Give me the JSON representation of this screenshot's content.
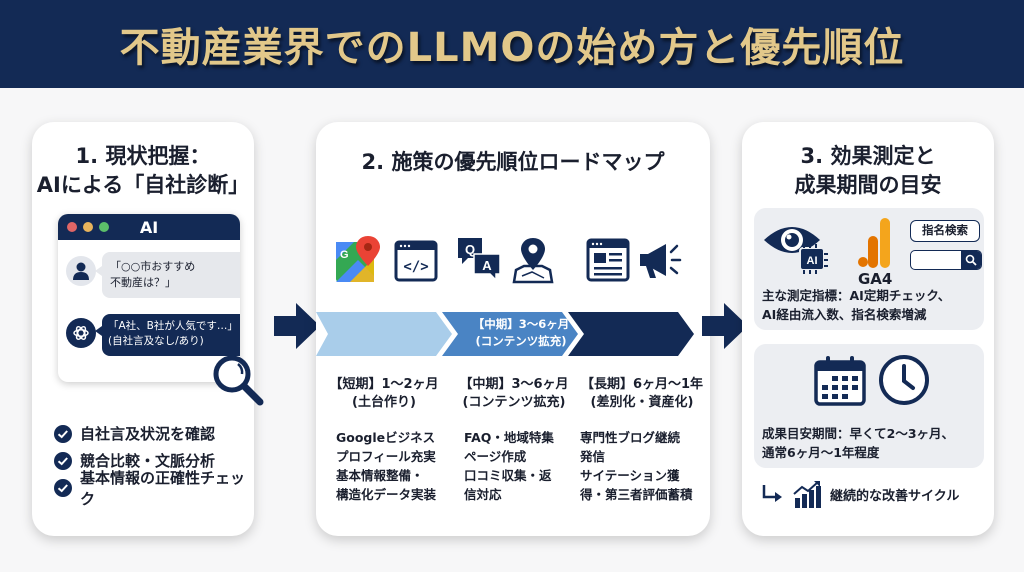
{
  "header": {
    "title": "不動産業界でのLLMOの始め方と優先順位"
  },
  "colors": {
    "navy": "#132a55",
    "gold": "#e2c88a",
    "light_blue": "#a9cdea",
    "mid_blue": "#4a84c4",
    "panel_gray": "#eceef2"
  },
  "step1": {
    "title_line1": "1. 現状把握：",
    "title_line2": "AIによる「自社診断」",
    "window": {
      "title": "AI",
      "user_message": "「○○市おすすめ\n不動産は？」",
      "ai_message_line1": "「A社、B社が人気です…」",
      "ai_message_line2": "(自社言及なし/あり)"
    },
    "checklist": [
      "自社言及状況を確認",
      "競合比較・文脈分析",
      "基本情報の正確性チェック"
    ]
  },
  "step2": {
    "title": "2. 施策の優先順位ロードマップ",
    "icons": [
      "google-maps-icon",
      "code-window-icon",
      "qa-bubbles-icon",
      "map-pin-icon",
      "article-window-icon",
      "megaphone-icon"
    ],
    "chevron_label_line1": "【中期】3〜6ヶ月",
    "chevron_label_line2": "(コンテンツ拡充)",
    "phases": [
      {
        "period": "【短期】1〜2ヶ月",
        "subtitle": "(土台作り)",
        "tasks": "Googleビジネス\nプロフィール充実\n基本情報整備・\n構造化データ実装"
      },
      {
        "period": "【中期】3〜6ヶ月",
        "subtitle": "(コンテンツ拡充)",
        "tasks": "FAQ・地域特集\nページ作成\n口コミ収集・返\n信対応"
      },
      {
        "period": "【長期】6ヶ月〜1年",
        "subtitle": "(差別化・資産化)",
        "tasks": "専門性ブログ継続\n発信\nサイテーション獲\n得・第三者評価蓄積"
      }
    ]
  },
  "step3": {
    "title_line1": "3. 効果測定と",
    "title_line2": "成果期間の目安",
    "measure": {
      "chip_label": "AI",
      "ga4_label": "GA4",
      "search_tag": "指名検索",
      "text_line1": "主な測定指標：AI定期チェック、",
      "text_line2": "AI経由流入数、指名検索増減"
    },
    "period": {
      "text_line1": "成果目安期間：早くて2〜3ヶ月、",
      "text_line2": "通常6ヶ月〜1年程度"
    },
    "cycle_label": "継続的な改善サイクル"
  }
}
